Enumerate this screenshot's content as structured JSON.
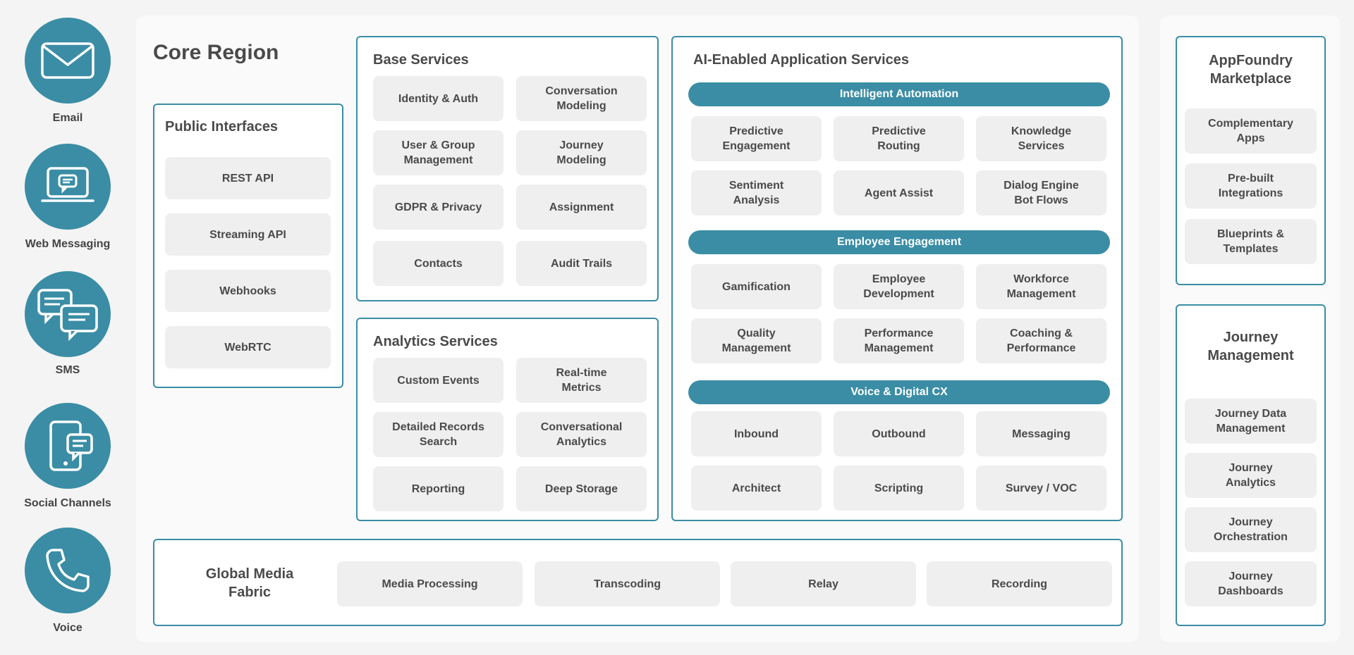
{
  "channels": [
    {
      "label": "Email",
      "icon": "envelope-icon"
    },
    {
      "label": "Web Messaging",
      "icon": "laptop-chat-icon"
    },
    {
      "label": "SMS",
      "icon": "chat-bubbles-icon"
    },
    {
      "label": "Social Channels",
      "icon": "tablet-chat-icon"
    },
    {
      "label": "Voice",
      "icon": "phone-icon"
    }
  ],
  "core": {
    "title": "Core Region",
    "public_interfaces": {
      "title": "Public Interfaces",
      "items": [
        "REST API",
        "Streaming API",
        "Webhooks",
        "WebRTC"
      ]
    },
    "base_services": {
      "title": "Base Services",
      "items": [
        "Identity & Auth",
        "Conversation\nModeling",
        "User & Group\nManagement",
        "Journey\nModeling",
        "GDPR & Privacy",
        "Assignment",
        "Contacts",
        "Audit Trails"
      ]
    },
    "analytics_services": {
      "title": "Analytics Services",
      "items": [
        "Custom Events",
        "Real-time\nMetrics",
        "Detailed Records\nSearch",
        "Conversational\nAnalytics",
        "Reporting",
        "Deep Storage"
      ]
    },
    "ai_services": {
      "title": "AI-Enabled Application Services",
      "groups": [
        {
          "name": "Intelligent Automation",
          "items": [
            "Predictive\nEngagement",
            "Predictive\nRouting",
            "Knowledge\nServices",
            "Sentiment\nAnalysis",
            "Agent Assist",
            "Dialog Engine\nBot Flows"
          ]
        },
        {
          "name": "Employee Engagement",
          "items": [
            "Gamification",
            "Employee\nDevelopment",
            "Workforce\nManagement",
            "Quality\nManagement",
            "Performance\nManagement",
            "Coaching &\nPerformance"
          ]
        },
        {
          "name": "Voice & Digital CX",
          "items": [
            "Inbound",
            "Outbound",
            "Messaging",
            "Architect",
            "Scripting",
            "Survey / VOC"
          ]
        }
      ]
    },
    "global_media": {
      "title": "Global Media\nFabric",
      "items": [
        "Media Processing",
        "Transcoding",
        "Relay",
        "Recording"
      ]
    }
  },
  "appfoundry": {
    "title": "AppFoundry\nMarketplace",
    "items": [
      "Complementary\nApps",
      "Pre-built\nIntegrations",
      "Blueprints &\nTemplates"
    ]
  },
  "journey_management": {
    "title": "Journey\nManagement",
    "items": [
      "Journey Data\nManagement",
      "Journey\nAnalytics",
      "Journey\nOrchestration",
      "Journey\nDashboards"
    ]
  },
  "colors": {
    "accent": "#3a8da5",
    "tile": "#efefef"
  }
}
